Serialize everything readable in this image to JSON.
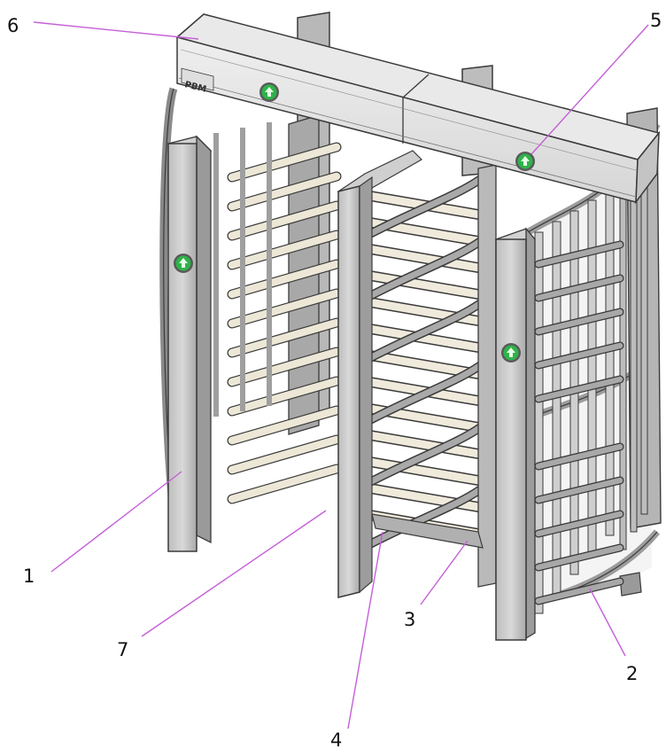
{
  "figure": {
    "brand_plate": "PBM",
    "accent_colors": {
      "leader_line": "#c560d8",
      "indicator_green": "#2fb34a",
      "indicator_arrow": "#e8ffe8",
      "steel_light": "#ececec",
      "steel_mid": "#c9c9c9",
      "steel_dark": "#a5a5a5",
      "outline": "#3a3a3a"
    },
    "callouts": [
      {
        "id": "c1",
        "label": "1"
      },
      {
        "id": "c2",
        "label": "2"
      },
      {
        "id": "c3",
        "label": "3"
      },
      {
        "id": "c4",
        "label": "4"
      },
      {
        "id": "c5",
        "label": "5"
      },
      {
        "id": "c6",
        "label": "6"
      },
      {
        "id": "c7",
        "label": "7"
      }
    ],
    "indicators": [
      {
        "id": "ind-left-post",
        "icon": "arrow-up-icon"
      },
      {
        "id": "ind-beam-left",
        "icon": "arrow-up-icon"
      },
      {
        "id": "ind-beam-right",
        "icon": "arrow-up-icon"
      },
      {
        "id": "ind-right-post",
        "icon": "arrow-up-icon"
      }
    ]
  }
}
